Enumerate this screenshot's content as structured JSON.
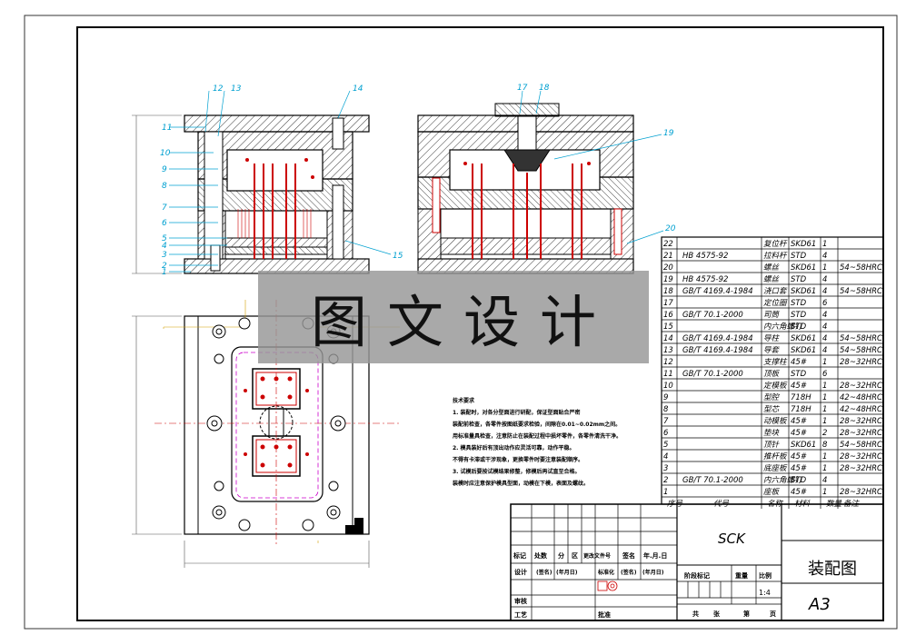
{
  "part_labels": [
    "1",
    "2",
    "3",
    "4",
    "5",
    "6",
    "7",
    "8",
    "9",
    "10",
    "11",
    "12",
    "13",
    "14",
    "15",
    "17",
    "18",
    "19",
    "20"
  ],
  "bom_rows": [
    [
      "22",
      "",
      "复位杆",
      "SKD61",
      "1",
      ""
    ],
    [
      "21",
      "HB 4575-92",
      "拉料杆",
      "STD",
      "4",
      ""
    ],
    [
      "20",
      "",
      "螺丝",
      "SKD61",
      "1",
      "54~58HRC"
    ],
    [
      "19",
      "HB 4575-92",
      "螺丝",
      "STD",
      "4",
      ""
    ],
    [
      "18",
      "GB/T 4169.4-1984",
      "浇口套",
      "SKD61",
      "4",
      "54~58HRC"
    ],
    [
      "17",
      "",
      "定位圈",
      "STD",
      "6",
      ""
    ],
    [
      "16",
      "GB/T 70.1-2000",
      "司筒",
      "STD",
      "4",
      ""
    ],
    [
      "15",
      "",
      "内六角螺钉",
      "STD",
      "4",
      ""
    ],
    [
      "14",
      "GB/T 4169.4-1984",
      "导柱",
      "SKD61",
      "4",
      "54~58HRC"
    ],
    [
      "13",
      "GB/T 4169.4-1984",
      "导套",
      "SKD61",
      "4",
      "54~58HRC"
    ],
    [
      "12",
      "",
      "支撑柱",
      "45#",
      "1",
      "28~32HRC"
    ],
    [
      "11",
      "GB/T 70.1-2000",
      "顶板",
      "STD",
      "6",
      ""
    ],
    [
      "10",
      "",
      "定模板",
      "45#",
      "1",
      "28~32HRC"
    ],
    [
      "9",
      "",
      "型腔",
      "718H",
      "1",
      "42~48HRC"
    ],
    [
      "8",
      "",
      "型芯",
      "718H",
      "1",
      "42~48HRC"
    ],
    [
      "7",
      "",
      "动模板",
      "45#",
      "1",
      "28~32HRC"
    ],
    [
      "6",
      "",
      "垫块",
      "45#",
      "2",
      "28~32HRC"
    ],
    [
      "5",
      "",
      "顶针",
      "SKD61",
      "8",
      "54~58HRC"
    ],
    [
      "4",
      "",
      "推杆板",
      "45#",
      "1",
      "28~32HRC"
    ],
    [
      "3",
      "",
      "底座板",
      "45#",
      "1",
      "28~32HRC"
    ],
    [
      "2",
      "GB/T 70.1-2000",
      "内六角螺钉",
      "STD",
      "4",
      ""
    ],
    [
      "1",
      "",
      "座板",
      "45#",
      "1",
      "28~32HRC"
    ]
  ],
  "bom_header": [
    "序号",
    "代号",
    "名称",
    "材料",
    "数量",
    "备注"
  ],
  "notes": [
    "技术要求",
    "1. 装配时，对各分型面进行研配，保证型面贴合严密",
    "装配前检查，各零件按图纸要求检验，间隙在0.01~0.02mm之间。",
    "用标准量具检查，注意防止在装配过程中损坏零件，各零件清洗干净。",
    "2. 模具装好后有顶出动作应灵活可靠，动作平稳。",
    "不得有卡滞或干涉现象，更换零件时要注意装配顺序。",
    "3. 试模后要按试模结果修整，修模后再试直至合格。",
    "装模时应注意保护模具型面，动模在下模，表面及螺纹。"
  ],
  "title_block": {
    "company": "SCK",
    "drawing_name": "装配图",
    "sheet_size": "A3",
    "scale": "1:4",
    "row_marks": [
      "标记",
      "处数",
      "分",
      "区",
      "更改文件号",
      "签名",
      "年.月.日"
    ],
    "labels_design": [
      "设计",
      "(签名)",
      "(年月日)",
      "标准化",
      "(签名)",
      "(年月日)"
    ],
    "stage_mark": "阶段标记",
    "weight": "重量",
    "ratio": "比例",
    "review": "审核",
    "process": "工艺",
    "approve": "批准",
    "total": "共",
    "sheets": "张",
    "page": "第",
    "page_unit": "页"
  },
  "watermark": "图文设计",
  "colors": {
    "line": "#000000",
    "leader": "#00a0d0",
    "ejector": "#cc0000",
    "center": "#cc0000",
    "dim": "#d4a000",
    "section": "#cc00cc"
  }
}
